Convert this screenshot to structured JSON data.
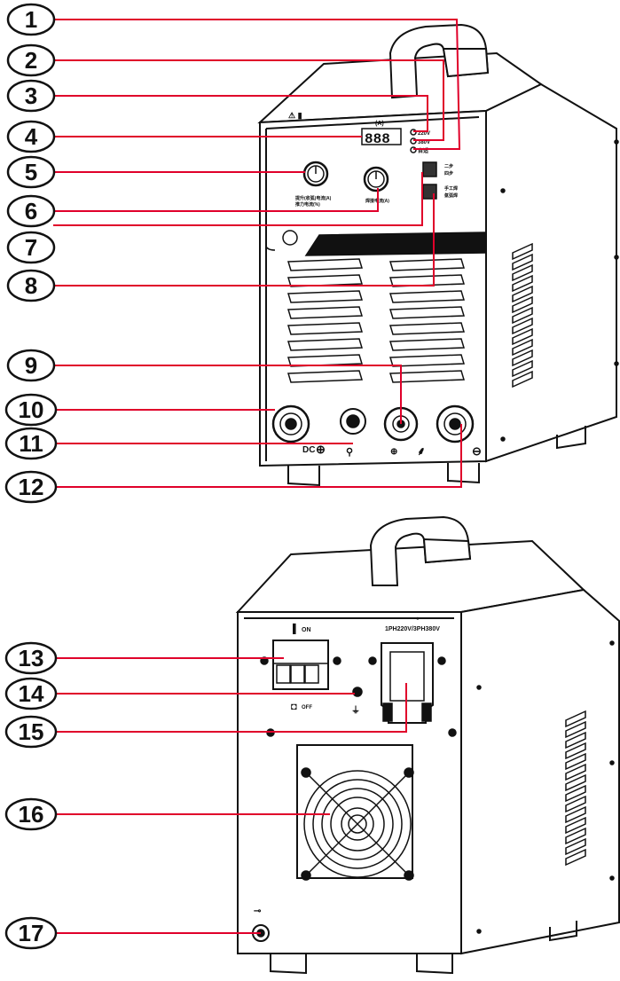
{
  "callouts": [
    "1",
    "2",
    "3",
    "4",
    "5",
    "6",
    "7",
    "8",
    "9",
    "10",
    "11",
    "12",
    "13",
    "14",
    "15",
    "16",
    "17"
  ],
  "front_panel": {
    "current_unit": "(A)",
    "display_digits": "888",
    "voltage_options": [
      "220V",
      "380V",
      "自适"
    ],
    "mode_switch_top": [
      "二步",
      "四步"
    ],
    "mode_switch_bottom": [
      "手工焊",
      "氩弧焊"
    ],
    "knob_left_label": [
      "提升(收弧)电流(A)",
      "推力电流(%)"
    ],
    "knob_right_label": "焊接电流(A)",
    "output_minus_label": "DC",
    "output_minus_symbol": "⊕",
    "output_plus_symbol": "⊖"
  },
  "rear_panel": {
    "power_rating": "1PH220V/3PH380V",
    "switch_on": "ON",
    "switch_off": "OFF"
  },
  "colors": {
    "callout_line": "#e0002a",
    "outline": "#111111"
  }
}
